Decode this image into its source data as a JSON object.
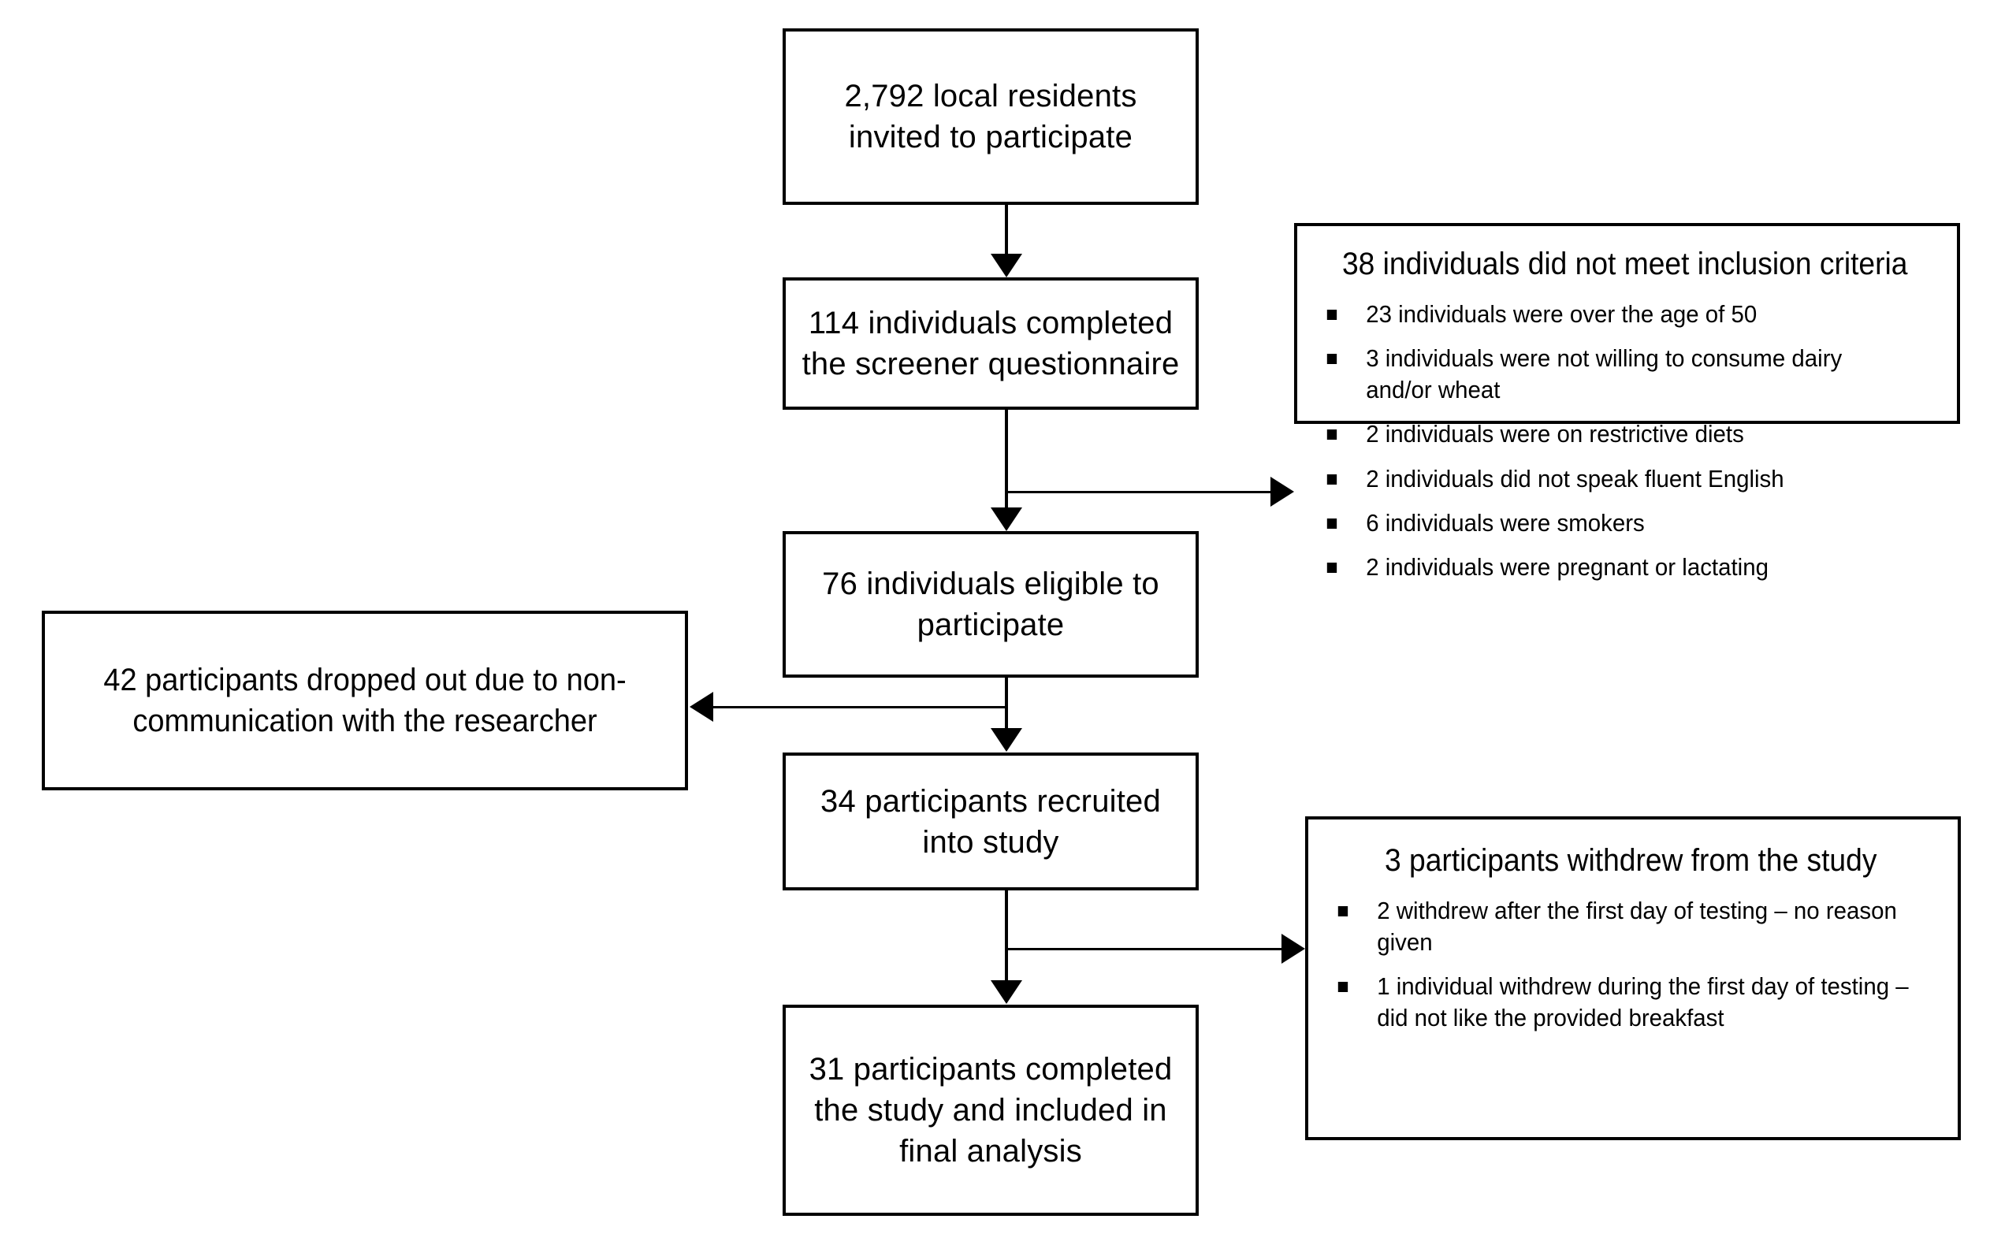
{
  "diagram": {
    "type": "participant-flow-consort",
    "title": "Participant recruitment and retention flow",
    "main_flow": [
      {
        "id": "invited",
        "text": "2,792 local residents invited to participate",
        "count": 2792
      },
      {
        "id": "screener",
        "text": "114 individuals completed the screener questionnaire",
        "count": 114
      },
      {
        "id": "eligible",
        "text": "76 individuals eligible to participate",
        "count": 76
      },
      {
        "id": "recruited",
        "text": "34 participants recruited into study",
        "count": 34
      },
      {
        "id": "completed",
        "text": "31 participants completed the study and included in final analysis",
        "count": 31
      }
    ],
    "exclusion_inclusion": {
      "id": "not-meet-inclusion",
      "heading": "38 individuals did not meet inclusion criteria",
      "count": 38,
      "reasons": [
        "23 individuals were over the age of 50",
        "3 individuals were not willing to consume dairy and/or wheat",
        "2 individuals were on restrictive diets",
        "2 individuals did not speak fluent English",
        "6 individuals were smokers",
        "2 individuals were pregnant or lactating"
      ]
    },
    "exclusion_dropout": {
      "id": "dropped-out",
      "text": "42 participants dropped out due to non-communication with the researcher",
      "count": 42
    },
    "exclusion_withdrew": {
      "id": "withdrew",
      "heading": "3 participants withdrew from the study",
      "count": 3,
      "reasons": [
        "2 withdrew after the first day of testing – no reason given",
        "1 individual withdrew during the first day of testing – did not like the provided breakfast"
      ]
    },
    "colors": {
      "stroke": "#000000",
      "fill": "#ffffff",
      "text": "#000000"
    }
  }
}
